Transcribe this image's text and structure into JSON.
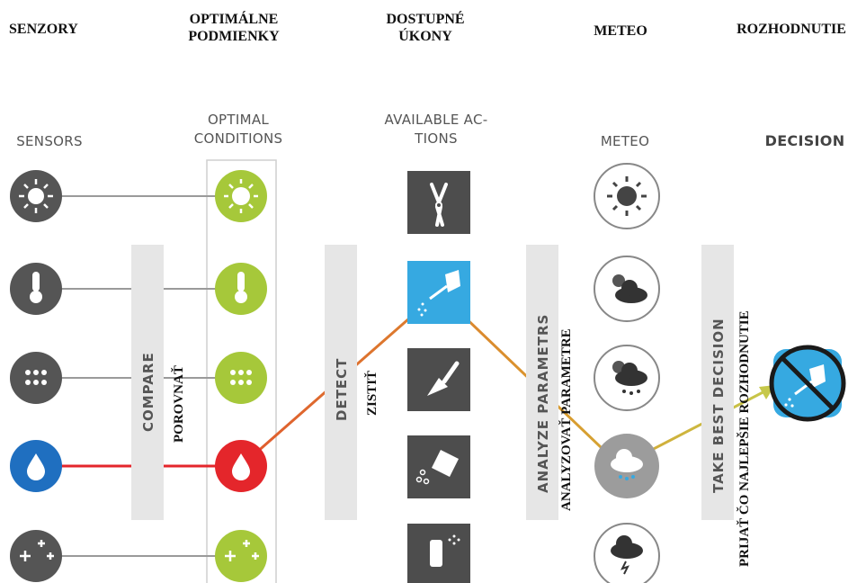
{
  "headers_sk": {
    "sensors": "SENZORY",
    "optimal_line1": "OPTIMÁLNE",
    "optimal_line2": "PODMIENKY",
    "actions_line1": "DOSTUPNÉ",
    "actions_line2": "ÚKONY",
    "meteo": "METEO",
    "decision": "ROZHODNUTIE"
  },
  "headers_en": {
    "sensors": "SENSORS",
    "optimal_line1": "OPTIMAL",
    "optimal_line2": "CONDITIONS",
    "actions_line1": "AVAILABLE AC-",
    "actions_line2": "TIONS",
    "meteo": "METEO",
    "decision": "DECISION"
  },
  "steps": {
    "compare_en": "COMPARE",
    "compare_sk": "POROVNAŤ",
    "detect_en": "DETECT",
    "detect_sk": "ZISTIŤ",
    "analyze_en": "ANALYZE PARAMETRS",
    "analyze_sk": "ANALYZOVAŤ PARAMETRE",
    "decide_en": "TAKE BEST DECISION",
    "decide_sk": "PRIJAŤ ČO NAJLEPŠIE ROZHODNUTIE"
  },
  "sensors": [
    {
      "icon": "sun-icon"
    },
    {
      "icon": "thermometer-icon"
    },
    {
      "icon": "humidity-drops-icon"
    },
    {
      "icon": "water-drop-icon",
      "active": true
    },
    {
      "icon": "fertilizer-icon"
    }
  ],
  "optimal": [
    {
      "icon": "sun-icon"
    },
    {
      "icon": "thermometer-icon"
    },
    {
      "icon": "humidity-drops-icon"
    },
    {
      "icon": "water-drop-icon",
      "alert": true
    },
    {
      "icon": "fertilizer-icon"
    }
  ],
  "actions": [
    {
      "icon": "pruning-shears-icon"
    },
    {
      "icon": "watering-can-icon",
      "selected": true
    },
    {
      "icon": "trowel-icon"
    },
    {
      "icon": "seed-bag-icon"
    },
    {
      "icon": "sprayer-icon"
    }
  ],
  "meteo": [
    {
      "icon": "sunny-icon"
    },
    {
      "icon": "partly-cloudy-icon"
    },
    {
      "icon": "partly-cloudy-rain-icon"
    },
    {
      "icon": "rain-cloud-icon",
      "selected": true
    },
    {
      "icon": "storm-icon"
    }
  ],
  "decision": {
    "icon": "no-watering-icon"
  },
  "colors": {
    "sensor_dark": "#555555",
    "sensor_active": "#1f6fc0",
    "optimal_green": "#a6c83a",
    "optimal_alert": "#e4262b",
    "action_dark": "#4d4d4d",
    "action_selected": "#36a9e1",
    "path_orange": "#e07a2e",
    "path_yellow": "#c6c84a",
    "decision_blue": "#36a9e1"
  }
}
